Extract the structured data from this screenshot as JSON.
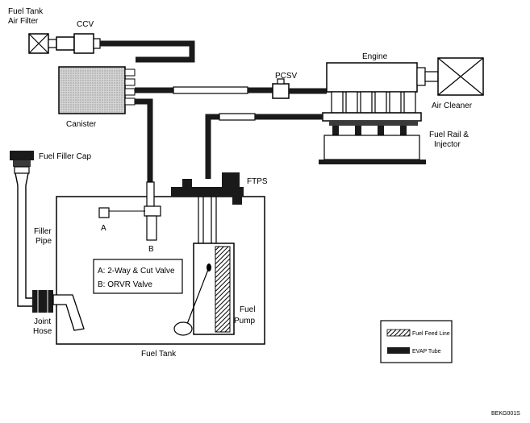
{
  "labels": {
    "fuel_tank_air_filter_line1": "Fuel Tank",
    "fuel_tank_air_filter_line2": "Air Filter",
    "ccv": "CCV",
    "engine": "Engine",
    "pcsv": "PCSV",
    "air_cleaner": "Air Cleaner",
    "canister": "Canister",
    "fuel_rail_line1": "Fuel Rail &",
    "fuel_rail_line2": "Injector",
    "fuel_filler_cap": "Fuel Filler Cap",
    "ftps": "FTPS",
    "point_a": "A",
    "point_b": "B",
    "filler_pipe_line1": "Filler",
    "filler_pipe_line2": "Pipe",
    "joint_hose_line1": "Joint",
    "joint_hose_line2": "Hose",
    "fuel_pump_line1": "Fuel",
    "fuel_pump_line2": "Pump",
    "fuel_tank": "Fuel Tank",
    "figure_code": "BEKG001S"
  },
  "valve_legend": {
    "a": "A: 2-Way & Cut Valve",
    "b": "B: ORVR Valve"
  },
  "line_legend": {
    "fuel_feed_line": "Fuel Feed Line",
    "evap_tube": "EVAP Tube"
  },
  "colors": {
    "evap_tube": "#1a1a1a",
    "fuel_feed_line": "#6e6e6e",
    "canister_fill": "#c8c8c8",
    "outline": "#000000"
  }
}
